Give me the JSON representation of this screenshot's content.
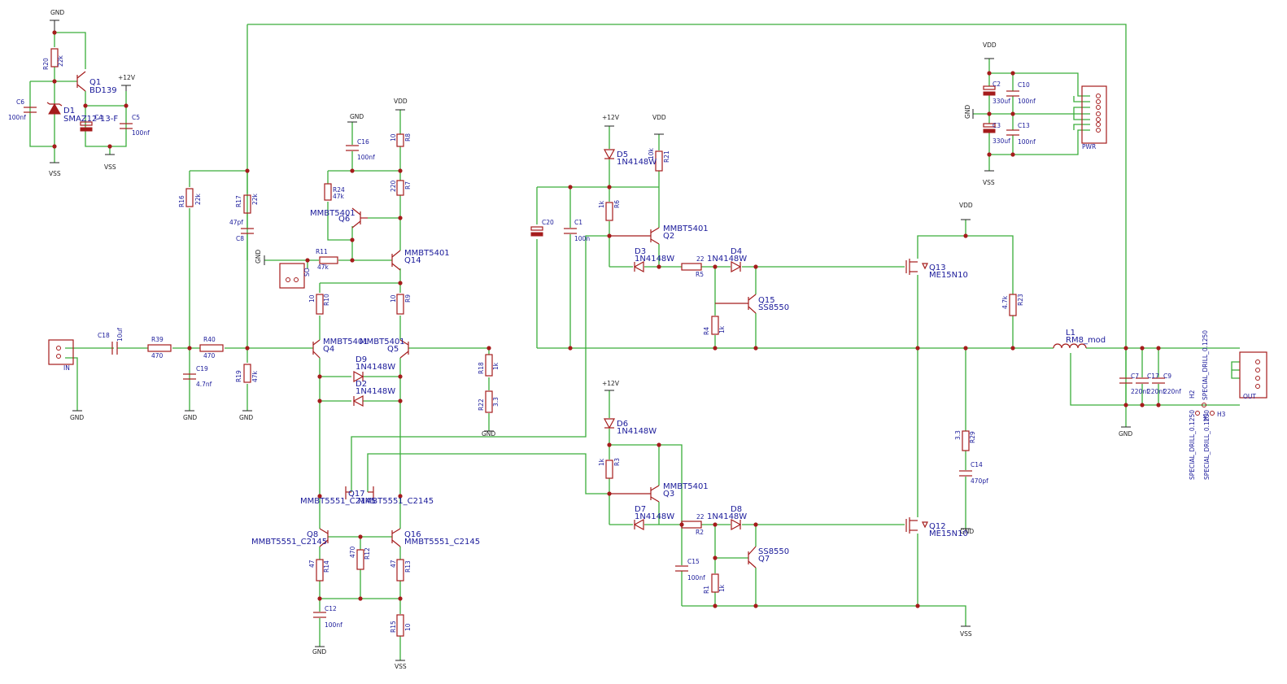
{
  "labels": {
    "gnd": "GND",
    "vss": "VSS",
    "vdd": "VDD",
    "p12v": "+12V"
  },
  "components": {
    "Q1": {
      "ref": "Q1",
      "value": "BD139"
    },
    "D1": {
      "ref": "D1",
      "value": "SMAZ12-13-F"
    },
    "R20": {
      "ref": "R20",
      "value": "22k"
    },
    "C6": {
      "ref": "C6",
      "value": "100nf"
    },
    "C4": {
      "ref": "C4"
    },
    "C5": {
      "ref": "C5",
      "value": "100nf"
    },
    "R16": {
      "ref": "R16",
      "value": "22k"
    },
    "R17": {
      "ref": "R17",
      "value": "22k"
    },
    "C8": {
      "ref": "C8",
      "value": "47pf"
    },
    "R19": {
      "ref": "R19",
      "value": "47k"
    },
    "C16": {
      "ref": "C16",
      "value": "100nf"
    },
    "R24": {
      "ref": "R24",
      "value": "47k"
    },
    "Q6": {
      "ref": "Q6",
      "value": "MMBT5401"
    },
    "R11": {
      "ref": "R11",
      "value": "47k"
    },
    "SO": {
      "ref": "SO"
    },
    "R8": {
      "ref": "R8",
      "value": "10"
    },
    "R7": {
      "ref": "R7",
      "value": "220"
    },
    "Q14": {
      "ref": "Q14",
      "value": "MMBT5401"
    },
    "R10": {
      "ref": "R10",
      "value": "10"
    },
    "R9": {
      "ref": "R9",
      "value": "10"
    },
    "Q4": {
      "ref": "Q4",
      "value": "MMBT5401"
    },
    "Q5": {
      "ref": "Q5",
      "value": "MMBT5401"
    },
    "D9": {
      "ref": "D9",
      "value": "1N4148W"
    },
    "D2": {
      "ref": "D2",
      "value": "1N4148W"
    },
    "IN": {
      "ref": "IN"
    },
    "C18": {
      "ref": "C18",
      "value": "10uf"
    },
    "R39": {
      "ref": "R39",
      "value": "470"
    },
    "R40": {
      "ref": "R40",
      "value": "470"
    },
    "C19": {
      "ref": "C19",
      "value": "4.7nf"
    },
    "R18": {
      "ref": "R18",
      "value": "1k"
    },
    "R22": {
      "ref": "R22",
      "value": "3.3"
    },
    "Q17": {
      "ref": "Q17",
      "value": "MMBT5551_C2145"
    },
    "Q8": {
      "ref": "Q8",
      "value": "MMBT5551_C2145"
    },
    "Q16": {
      "ref": "Q16",
      "value": "MMBT5551_C2145"
    },
    "R14": {
      "ref": "R14",
      "value": "47"
    },
    "R12": {
      "ref": "R12",
      "value": "470"
    },
    "R13": {
      "ref": "R13",
      "value": "47"
    },
    "C12": {
      "ref": "C12",
      "value": "100nf"
    },
    "R15": {
      "ref": "R15",
      "value": "10"
    },
    "D5": {
      "ref": "D5",
      "value": "1N4148W"
    },
    "R21": {
      "ref": "R21",
      "value": "10k"
    },
    "R6": {
      "ref": "R6",
      "value": "1k"
    },
    "C20": {
      "ref": "C20"
    },
    "C1": {
      "ref": "C1",
      "value": "100n"
    },
    "Q2": {
      "ref": "Q2",
      "value": "MMBT5401"
    },
    "D3": {
      "ref": "D3",
      "value": "1N4148W"
    },
    "R5": {
      "ref": "R5",
      "value": "22"
    },
    "D4": {
      "ref": "D4",
      "value": "1N4148W"
    },
    "Q15": {
      "ref": "Q15",
      "value": "SS8550"
    },
    "R4": {
      "ref": "R4",
      "value": "1k"
    },
    "Q13": {
      "ref": "Q13",
      "value": "ME15N10"
    },
    "R23": {
      "ref": "R23",
      "value": "4.7k"
    },
    "D6": {
      "ref": "D6",
      "value": "1N4148W"
    },
    "R3": {
      "ref": "R3",
      "value": "1k"
    },
    "Q3": {
      "ref": "Q3",
      "value": "MMBT5401"
    },
    "D7": {
      "ref": "D7",
      "value": "1N4148W"
    },
    "R2": {
      "ref": "R2",
      "value": "22"
    },
    "D8": {
      "ref": "D8",
      "value": "1N4148W"
    },
    "Q7": {
      "ref": "Q7",
      "value": "SS8550"
    },
    "C15": {
      "ref": "C15",
      "value": "100nf"
    },
    "R1": {
      "ref": "R1",
      "value": "1k"
    },
    "Q12": {
      "ref": "Q12",
      "value": "ME15N10"
    },
    "R29": {
      "ref": "R29",
      "value": "3.3"
    },
    "C14": {
      "ref": "C14",
      "value": "470pf"
    },
    "L1": {
      "ref": "L1",
      "value": "RM8_mod"
    },
    "C7": {
      "ref": "C7",
      "value": "220nf"
    },
    "C17": {
      "ref": "C17",
      "value": "220nf"
    },
    "C9": {
      "ref": "C9",
      "value": "220nf"
    },
    "OUT": {
      "ref": "OUT"
    },
    "H1": {
      "ref": "H1",
      "value": "SPECIAL_DRILL_0.1250"
    },
    "H2": {
      "ref": "H2",
      "value": "SPECIAL_DRILL_0.1250"
    },
    "H3": {
      "ref": "H3",
      "value": "SPECIAL_DRILL_0.1250"
    },
    "C2": {
      "ref": "C2",
      "value": "330uf"
    },
    "C3": {
      "ref": "C3",
      "value": "330uf"
    },
    "C10": {
      "ref": "C10",
      "value": "100nf"
    },
    "C13": {
      "ref": "C13",
      "value": "100nf"
    },
    "PWR": {
      "ref": "PWR"
    }
  }
}
